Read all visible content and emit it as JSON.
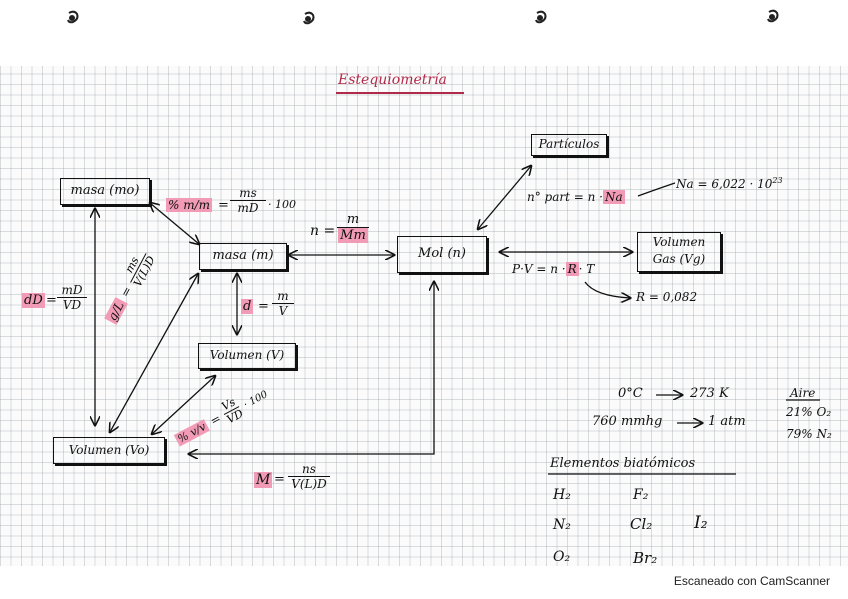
{
  "title": "Estequiometría",
  "boxes": {
    "masa_mo": "masa (mo)",
    "masa_m": "masa (m)",
    "mol": "Mol (n)",
    "particulas": "Partículos",
    "volumen_gas_1": "Volumen",
    "volumen_gas_2": "Gas (Vg)",
    "volumen_v": "Volumen (V)",
    "volumen_vo": "Volumen (Vo)"
  },
  "formulas": {
    "pct_mm_label": "% m/m",
    "pct_mm_eq": "=",
    "pct_mm_num": "ms",
    "pct_mm_den": "mD",
    "pct_mm_tail": "· 100",
    "n_prefix": "n =",
    "n_num": "m",
    "n_den": "Mm",
    "d_label": "d",
    "d_eq": "=",
    "d_num": "m",
    "d_den": "V",
    "dd_label": "dD",
    "dd_eq": "=",
    "dd_num": "mD",
    "dd_den": "VD",
    "gl_label": "g/L",
    "gl_eq": "=",
    "gl_num": "ms",
    "gl_den": "V(L)D",
    "pct_vv_label": "% v/v",
    "pct_vv_eq": "=",
    "pct_vv_num": "Vs",
    "pct_vv_den": "VD",
    "pct_vv_tail": "· 100",
    "M_label": "M",
    "M_eq": "=",
    "M_num": "ns",
    "M_den": "V(L)D",
    "npart_prefix": "n° part = n ·",
    "npart_na": "Na",
    "na_value": "Na = 6,022 · 10",
    "na_exp": "23",
    "pv_prefix": "P·V = n ·",
    "pv_r": "R",
    "pv_suffix": "· T",
    "r_value": "R = 0,082"
  },
  "conversions": {
    "line1_left": "0°C",
    "line1_right": "273 K",
    "line2_left": "760 mmhg",
    "line2_right": "1 atm"
  },
  "aire": {
    "title": "Aire",
    "line1": "21% O₂",
    "line2": "79% N₂"
  },
  "elementos": {
    "title": "Elementos biatómicos",
    "col1": [
      "H₂",
      "N₂",
      "O₂"
    ],
    "col2": [
      "F₂",
      "Cl₂",
      "Br₂"
    ],
    "col3": [
      "I₂"
    ]
  },
  "footer": "Escaneado con CamScanner",
  "colors": {
    "highlight": "#f29bb6",
    "title": "#b22a4a",
    "ink": "#111111"
  }
}
